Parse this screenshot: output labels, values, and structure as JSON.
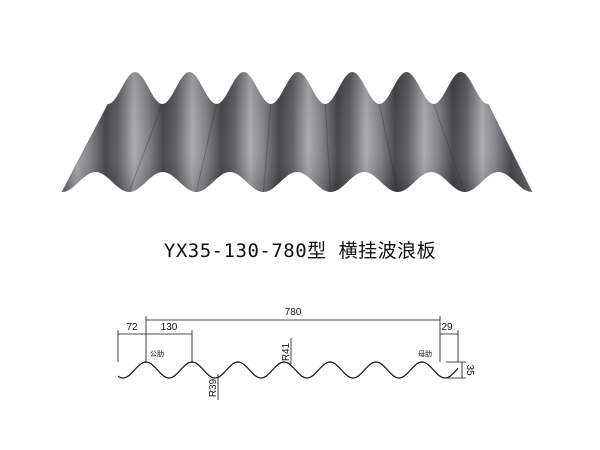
{
  "title": "YX35-130-780型 横挂波浪板",
  "drawing": {
    "dim_total_width": "780",
    "dim_left_edge": "72",
    "dim_pitch": "130",
    "dim_right_edge": "29",
    "dim_height": "35",
    "radius_top": "R41",
    "radius_bottom": "R39",
    "label_male_rib": "公肋",
    "label_female_rib": "母肋"
  },
  "colors": {
    "sheet_dark": "#4a4b4f",
    "sheet_light": "#a9aaae",
    "line": "#111111"
  }
}
